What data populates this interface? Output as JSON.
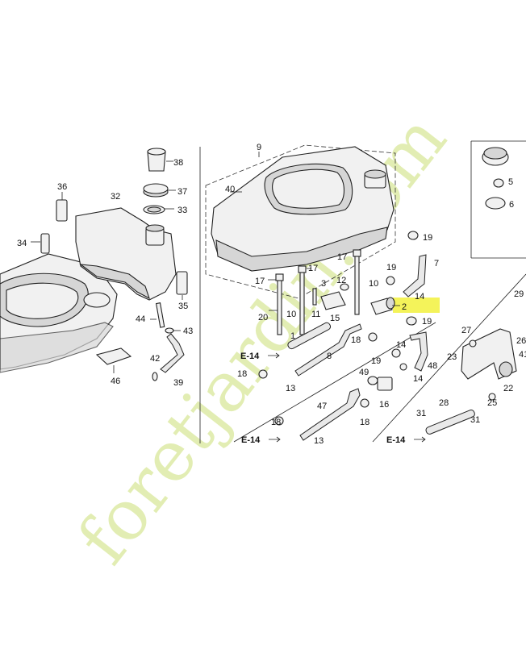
{
  "watermark": "foretjardin.com",
  "highlight_color": "#f4f35a",
  "highlighted_part": "2",
  "part_labels": [
    "1",
    "2",
    "3",
    "5",
    "6",
    "7",
    "8",
    "9",
    "10",
    "10",
    "11",
    "12",
    "13",
    "13",
    "14",
    "14",
    "14",
    "15",
    "16",
    "17",
    "17",
    "17",
    "18",
    "18",
    "18",
    "18",
    "19",
    "19",
    "19",
    "19",
    "20",
    "22",
    "23",
    "25",
    "26",
    "27",
    "28",
    "29",
    "31",
    "31",
    "32",
    "33",
    "34",
    "35",
    "36",
    "37",
    "38",
    "39",
    "40",
    "41",
    "42",
    "43",
    "44",
    "46",
    "47",
    "48",
    "49"
  ],
  "ref_labels": [
    "E-14",
    "E-14",
    "E-14"
  ]
}
